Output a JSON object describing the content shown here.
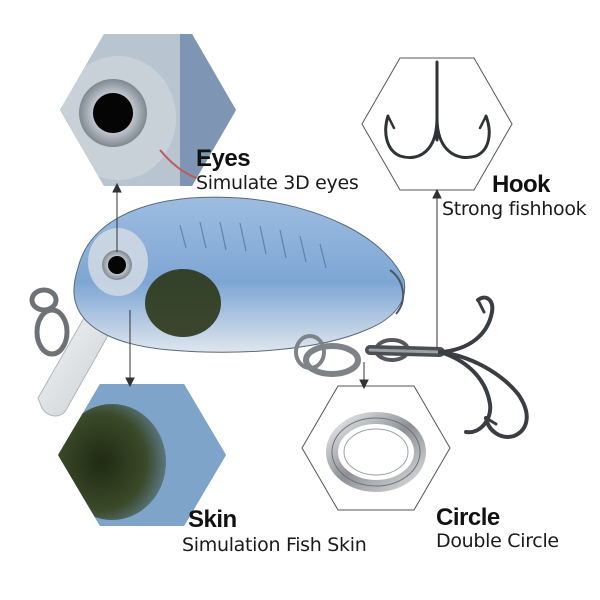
{
  "features": {
    "eyes": {
      "title": "Eyes",
      "subtitle": "Simulate 3D eyes"
    },
    "hook": {
      "title": "Hook",
      "subtitle": "Strong fishhook"
    },
    "skin": {
      "title": "Skin",
      "subtitle": "Simulation Fish Skin"
    },
    "circle": {
      "title": "Circle",
      "subtitle": "Double Circle"
    }
  },
  "colors": {
    "lure_body": "#8fb3d9",
    "lure_belly": "#e9eef3",
    "lure_spot": "#2f3a1c",
    "metal": "#8a8f95",
    "outline": "#444444",
    "text": "#111111"
  },
  "icons": {
    "eye_panel": "eye-closeup-icon",
    "hook_panel": "treble-hook-icon",
    "skin_panel": "fish-skin-icon",
    "circle_panel": "split-ring-icon"
  }
}
